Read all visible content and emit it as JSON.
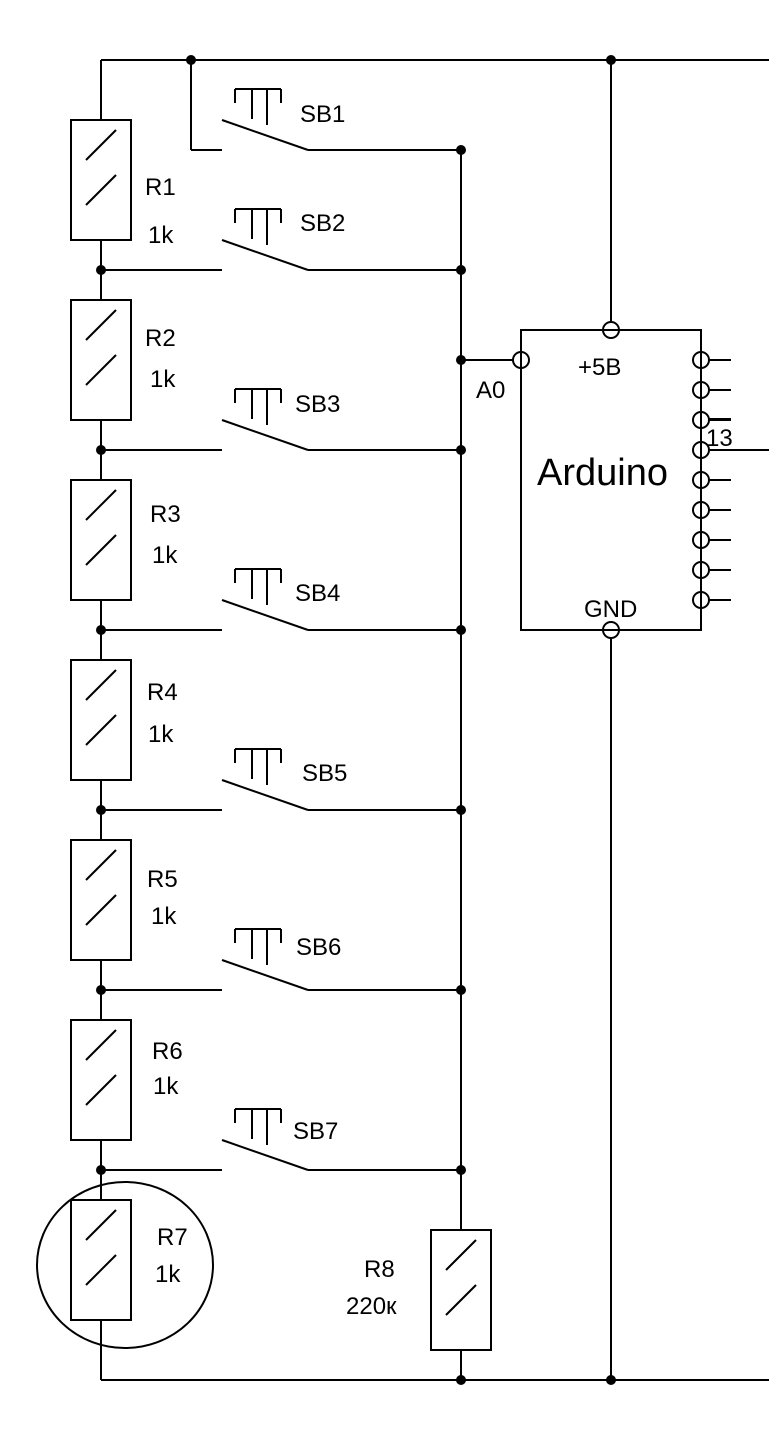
{
  "resistors": [
    {
      "label": "R1",
      "value": "1k"
    },
    {
      "label": "R2",
      "value": "1k"
    },
    {
      "label": "R3",
      "value": "1k"
    },
    {
      "label": "R4",
      "value": "1k"
    },
    {
      "label": "R5",
      "value": "1k"
    },
    {
      "label": "R6",
      "value": "1k"
    },
    {
      "label": "R7",
      "value": "1k",
      "highlighted": true
    },
    {
      "label": "R8",
      "value": "220к"
    }
  ],
  "switches": [
    "SB1",
    "SB2",
    "SB3",
    "SB4",
    "SB5",
    "SB6",
    "SB7"
  ],
  "arduino": {
    "name": "Arduino",
    "power_pin": "+5B",
    "ground_pin": "GND",
    "analog_pin": "A0",
    "digital_pin": "13"
  },
  "colors": {
    "line": "#000000",
    "background": "#ffffff"
  }
}
